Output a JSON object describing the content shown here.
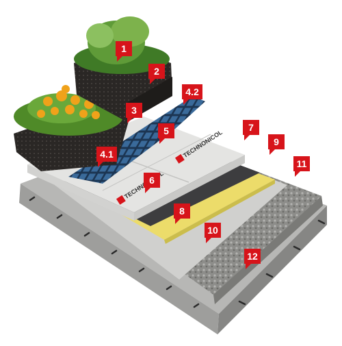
{
  "diagram": {
    "markers": [
      "1",
      "2",
      "3",
      "4.1",
      "4.2",
      "5",
      "6",
      "7",
      "8",
      "9",
      "10",
      "11",
      "12"
    ],
    "brand_text": "TECHNONICOL",
    "colors": {
      "marker_red": "#d7141a",
      "insulation": "#e4e4e2",
      "yellow_layer": "#ecdc6a",
      "drainage_blue": "#1c3552",
      "concrete": "#a9a9a7",
      "gravel": "#8d8d8a",
      "soil": "#262422",
      "grass": "#4f8a28",
      "flowers": "#f0a21a"
    },
    "icons": [
      "logo-icon",
      "marker-pin-icon"
    ]
  }
}
